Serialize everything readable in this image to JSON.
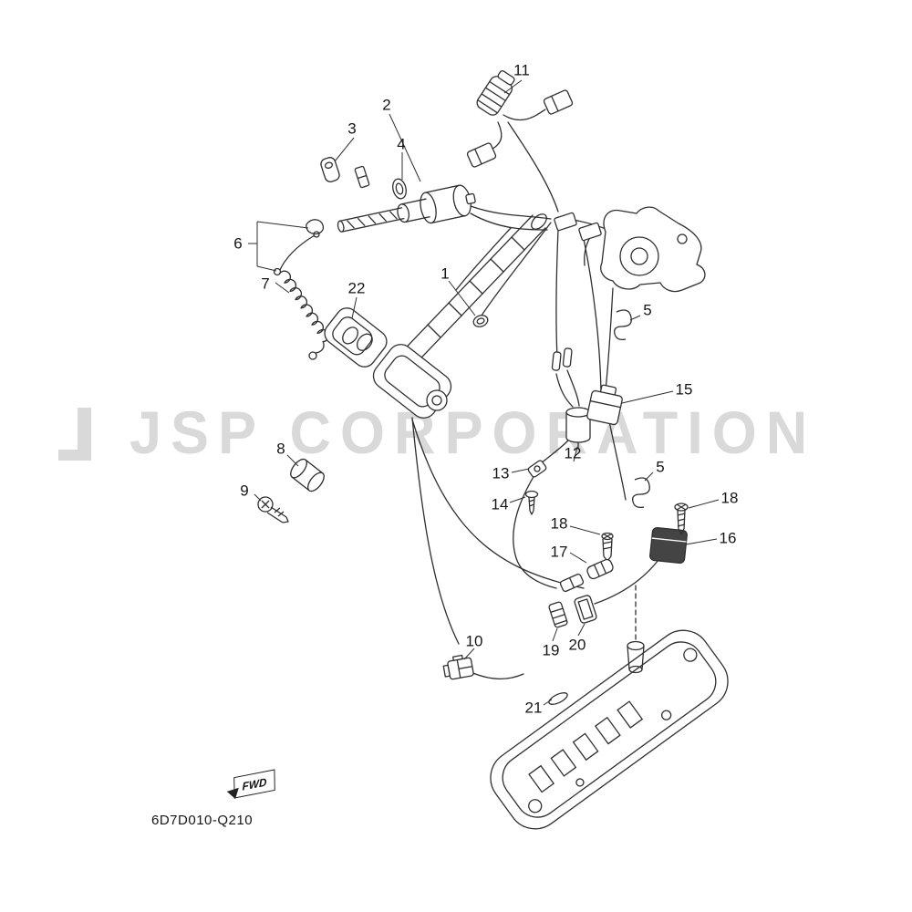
{
  "watermark": {
    "text": "JSP CORPORATION"
  },
  "footer": {
    "code": "6D7D010-Q210"
  },
  "fwd": {
    "label": "FWD"
  },
  "callouts": [
    {
      "label": "11"
    },
    {
      "label": "2"
    },
    {
      "label": "3"
    },
    {
      "label": "4"
    },
    {
      "label": "6"
    },
    {
      "label": "7"
    },
    {
      "label": "22"
    },
    {
      "label": "1"
    },
    {
      "label": "5"
    },
    {
      "label": "15"
    },
    {
      "label": "12"
    },
    {
      "label": "5"
    },
    {
      "label": "13"
    },
    {
      "label": "14"
    },
    {
      "label": "18"
    },
    {
      "label": "18"
    },
    {
      "label": "16"
    },
    {
      "label": "17"
    },
    {
      "label": "8"
    },
    {
      "label": "9"
    },
    {
      "label": "10"
    },
    {
      "label": "19"
    },
    {
      "label": "20"
    },
    {
      "label": "21"
    }
  ],
  "colors": {
    "line": "#2f2f2f",
    "watermark": "#d9d9d9",
    "background": "#ffffff"
  }
}
